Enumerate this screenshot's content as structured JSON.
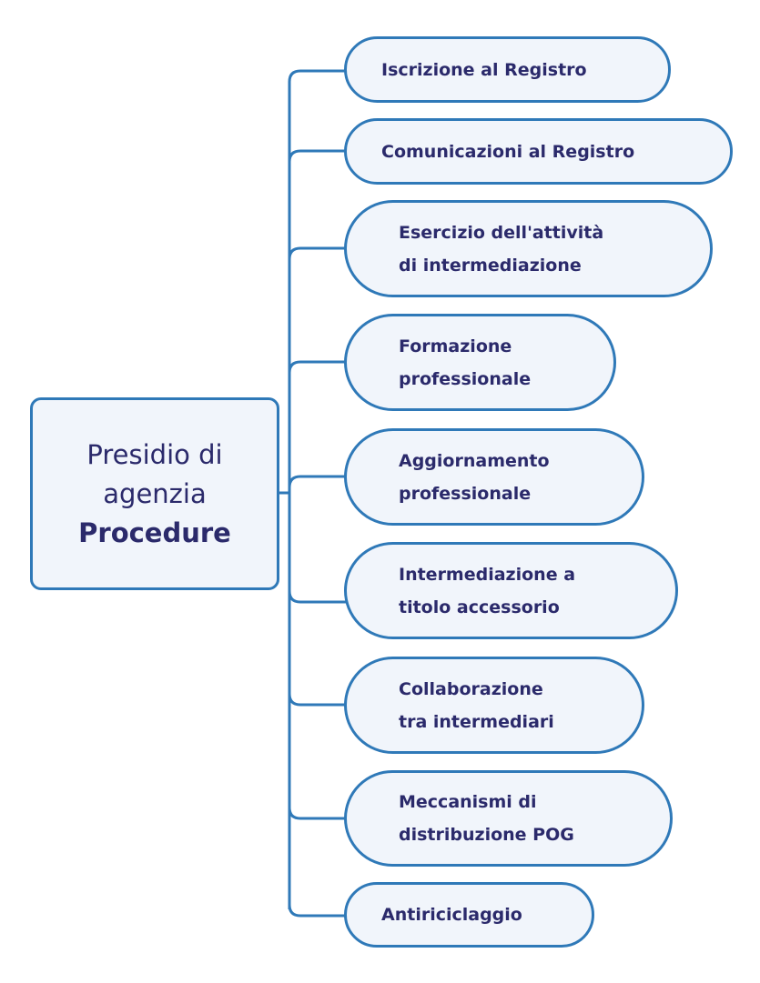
{
  "root": {
    "line1": "Presidio di",
    "line2": "agenzia",
    "line3": "Procedure"
  },
  "nodes": [
    {
      "lines": [
        "Iscrizione al Registro"
      ]
    },
    {
      "lines": [
        "Comunicazioni al Registro"
      ]
    },
    {
      "lines": [
        "Esercizio dell'attività",
        "di intermediazione"
      ]
    },
    {
      "lines": [
        "Formazione",
        "professionale"
      ]
    },
    {
      "lines": [
        "Aggiornamento",
        "professionale"
      ]
    },
    {
      "lines": [
        "Intermediazione a",
        "titolo accessorio"
      ]
    },
    {
      "lines": [
        "Collaborazione",
        "tra intermediari"
      ]
    },
    {
      "lines": [
        "Meccanismi di",
        "distribuzione POG"
      ]
    },
    {
      "lines": [
        "Antiriciclaggio"
      ]
    }
  ],
  "colors": {
    "border": "#2f79b8",
    "fill": "#f1f5fb",
    "text": "#2b2a6b"
  }
}
